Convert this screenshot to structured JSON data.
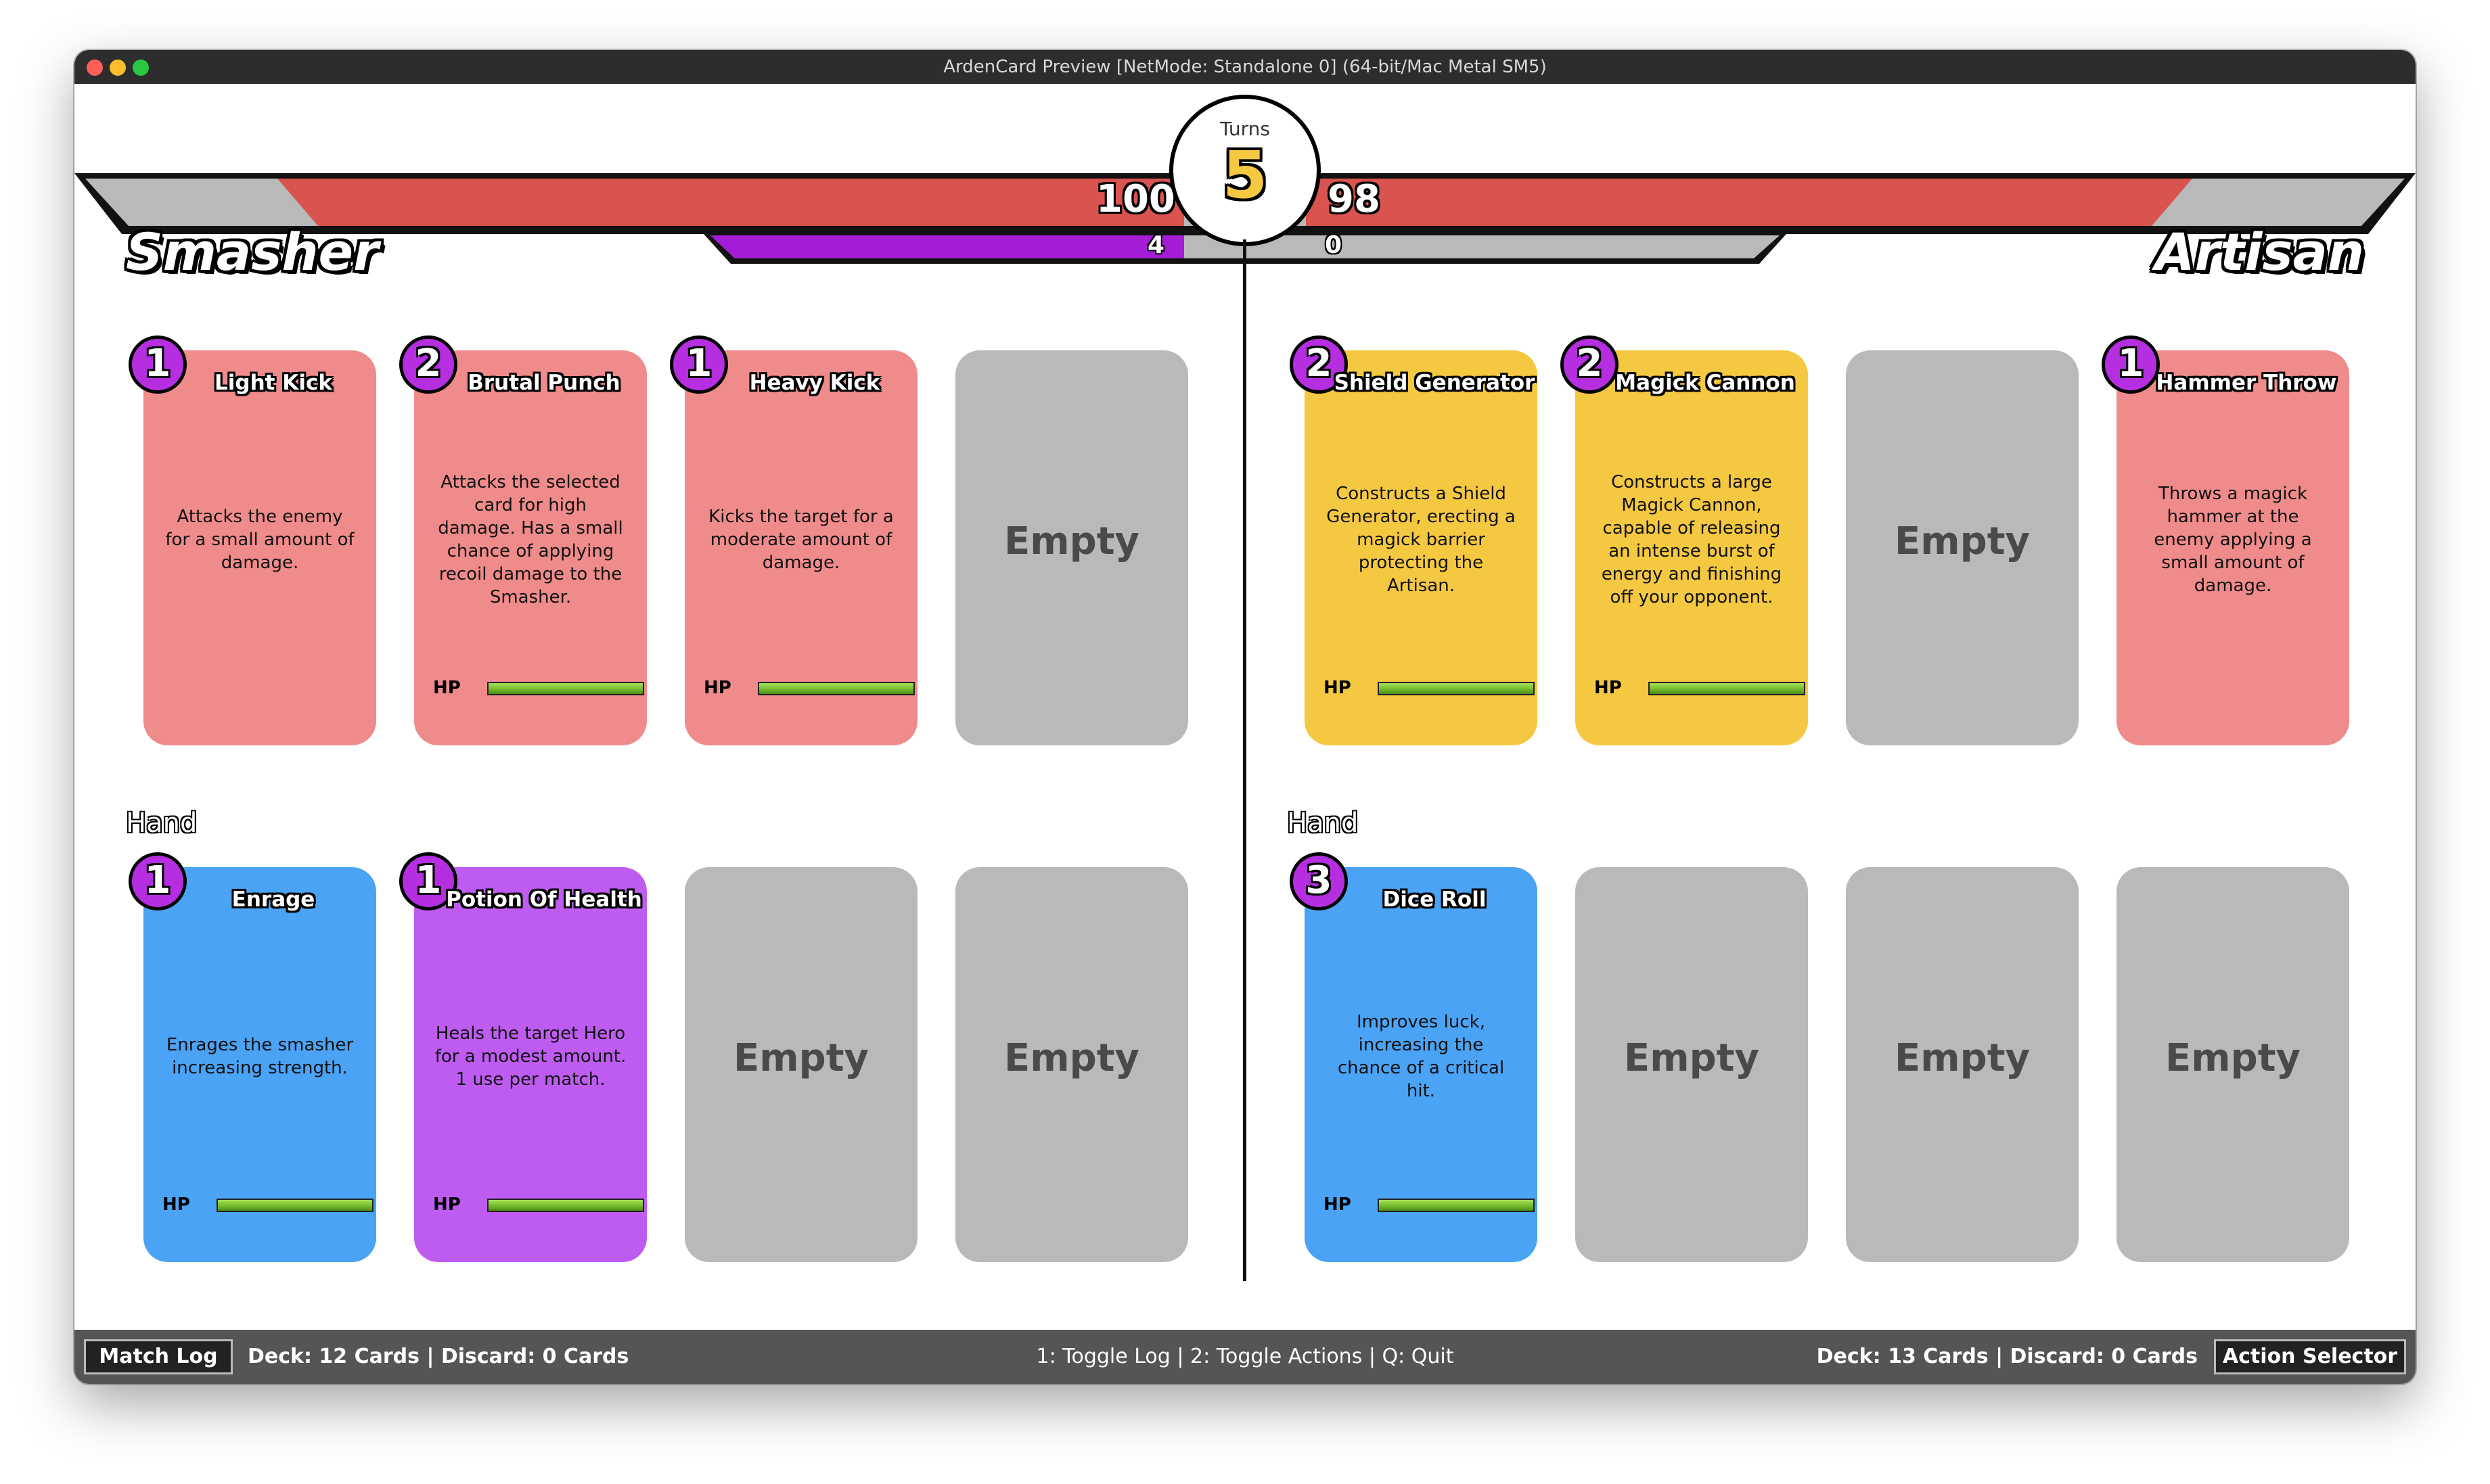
{
  "window": {
    "title": "ArdenCard Preview [NetMode: Standalone 0]  (64-bit/Mac Metal SM5)"
  },
  "hud": {
    "turns_label": "Turns",
    "turns_value": "5",
    "left_hp": "100",
    "right_hp": "98",
    "left_mana": "4",
    "right_mana": "0",
    "colors": {
      "hp": "#d9534f",
      "mana": "#a41cd6",
      "track": "#b9b9b9",
      "turn_number": "#f6c842"
    }
  },
  "players": {
    "left": {
      "name": "Smasher",
      "deck_status": "Deck: 12 Cards | Discard: 0 Cards"
    },
    "right": {
      "name": "Artisan",
      "deck_status": "Deck: 13 Cards | Discard: 0 Cards"
    }
  },
  "sections": {
    "left_hand_label": "Hand",
    "right_hand_label": "Hand"
  },
  "board": {
    "left_field": [
      {
        "cost": "1",
        "title": "Light Kick",
        "description": "Attacks the enemy for a small amount of damage.",
        "color": "red",
        "hp_label": "",
        "hp_fraction": 0
      },
      {
        "cost": "2",
        "title": "Brutal Punch",
        "description": "Attacks the selected card for high damage. Has a small chance of applying recoil damage to the Smasher.",
        "color": "red",
        "hp_label": "HP",
        "hp_fraction": 1.0
      },
      {
        "cost": "1",
        "title": "Heavy Kick",
        "description": "Kicks the target for a moderate amount of damage.",
        "color": "red",
        "hp_label": "HP",
        "hp_fraction": 1.0
      },
      {
        "empty_label": "Empty"
      }
    ],
    "right_field": [
      {
        "cost": "2",
        "title": "Shield Generator",
        "description": "Constructs a Shield Generator, erecting a magick barrier protecting the Artisan.",
        "color": "yellow",
        "hp_label": "HP",
        "hp_fraction": 1.0
      },
      {
        "cost": "2",
        "title": "Magick Cannon",
        "description": "Constructs a large Magick Cannon, capable of releasing an intense burst of energy and finishing off your opponent.",
        "color": "yellow",
        "hp_label": "HP",
        "hp_fraction": 1.0
      },
      {
        "empty_label": "Empty"
      },
      {
        "cost": "1",
        "title": "Hammer Throw",
        "description": "Throws a magick hammer at the enemy applying a small amount of damage.",
        "color": "red",
        "hp_label": "",
        "hp_fraction": 0
      }
    ],
    "left_hand": [
      {
        "cost": "1",
        "title": "Enrage",
        "description": "Enrages the smasher increasing strength.",
        "color": "blue",
        "hp_label": "HP",
        "hp_fraction": 1.0
      },
      {
        "cost": "1",
        "title": "Potion Of Health",
        "description": "Heals the target Hero for a modest amount. 1 use per match.",
        "color": "purple",
        "hp_label": "HP",
        "hp_fraction": 1.0
      },
      {
        "empty_label": "Empty"
      },
      {
        "empty_label": "Empty"
      }
    ],
    "right_hand": [
      {
        "cost": "3",
        "title": "Dice Roll",
        "description": "Improves luck, increasing the chance of a critical hit.",
        "color": "blue",
        "hp_label": "HP",
        "hp_fraction": 1.0
      },
      {
        "empty_label": "Empty"
      },
      {
        "empty_label": "Empty"
      },
      {
        "empty_label": "Empty"
      }
    ]
  },
  "bottom_bar": {
    "match_log_label": "Match Log",
    "controls_hint": "1: Toggle Log | 2: Toggle Actions | Q: Quit",
    "action_selector_label": "Action Selector"
  }
}
